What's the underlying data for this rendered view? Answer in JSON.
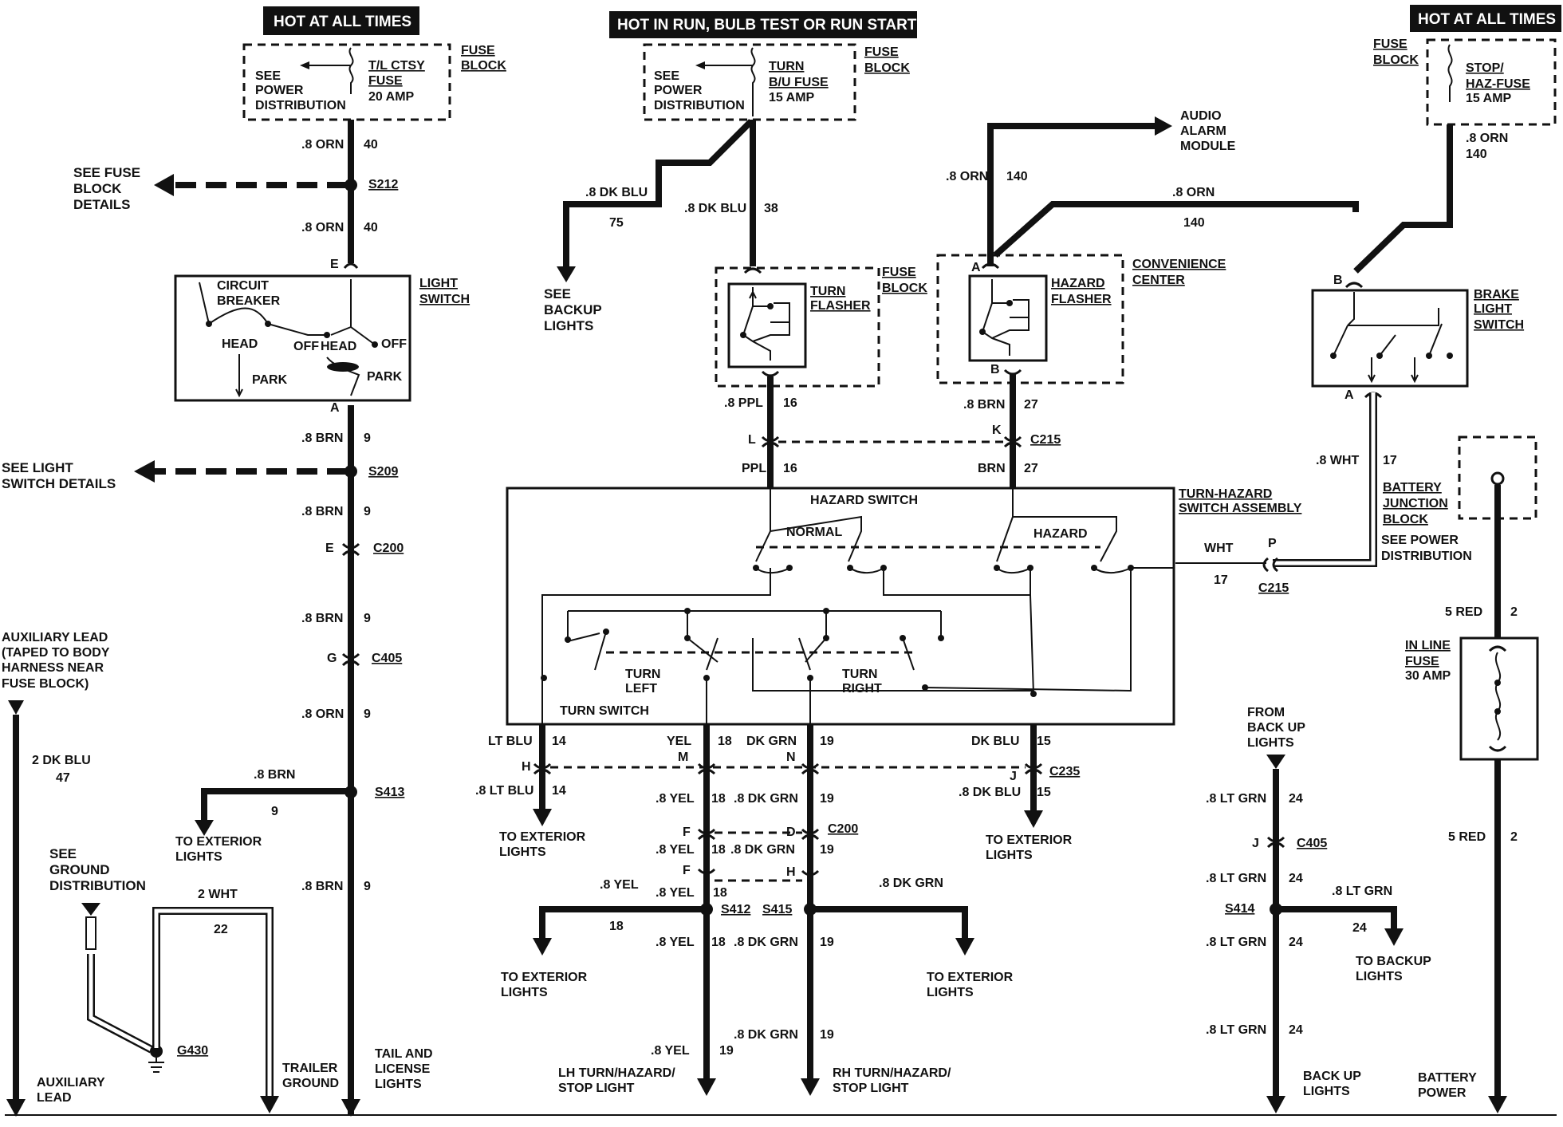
{
  "headers": {
    "left": "HOT AT ALL TIMES",
    "center": "HOT IN RUN, BULB TEST OR RUN START",
    "right": "HOT AT ALL TIMES"
  },
  "fuse_blocks": {
    "left": {
      "fuse": [
        "T/L CTSY",
        "FUSE",
        "20 AMP"
      ],
      "see": [
        "SEE",
        "POWER",
        "DISTRIBUTION"
      ],
      "label": [
        "FUSE",
        "BLOCK"
      ]
    },
    "center": {
      "fuse": [
        "TURN",
        "B/U FUSE",
        "15 AMP"
      ],
      "see": [
        "SEE",
        "POWER",
        "DISTRIBUTION"
      ],
      "label": [
        "FUSE",
        "BLOCK"
      ]
    },
    "right": {
      "fuse": [
        "STOP/",
        "HAZ-FUSE",
        "15 AMP"
      ],
      "label": [
        "FUSE",
        "BLOCK"
      ]
    }
  },
  "components": {
    "light_switch": {
      "label": [
        "LIGHT",
        "SWITCH"
      ],
      "circuit_breaker": [
        "CIRCUIT",
        "BREAKER"
      ],
      "head": "HEAD",
      "off": "OFF",
      "park": "PARK"
    },
    "turn_flasher": {
      "label": [
        "TURN",
        "FLASHER"
      ],
      "block": [
        "FUSE",
        "BLOCK"
      ]
    },
    "hazard_flasher": {
      "label": [
        "HAZARD",
        "FLASHER"
      ],
      "center": [
        "CONVENIENCE",
        "CENTER"
      ]
    },
    "brake_switch": {
      "label": [
        "BRAKE",
        "LIGHT",
        "SWITCH"
      ]
    },
    "hazard_switch": "HAZARD SWITCH",
    "normal": "NORMAL",
    "hazard": "HAZARD",
    "turn_left": [
      "TURN",
      "LEFT"
    ],
    "turn_right": [
      "TURN",
      "RIGHT"
    ],
    "turn_switch": "TURN SWITCH",
    "assembly": [
      "TURN-HAZARD",
      "SWITCH ASSEMBLY"
    ],
    "battery_block": [
      "BATTERY",
      "JUNCTION",
      "BLOCK"
    ],
    "battery_see": [
      "SEE POWER",
      "DISTRIBUTION"
    ],
    "inline_fuse": [
      "IN LINE",
      "FUSE",
      "30 AMP"
    ],
    "audio": [
      "AUDIO",
      "ALARM",
      "MODULE"
    ]
  },
  "splices": {
    "s212": "S212",
    "s209": "S209",
    "s413": "S413",
    "s412": "S412",
    "s415": "S415",
    "s414": "S414",
    "g430": "G430"
  },
  "connectors": {
    "c200": "C200",
    "c405": "C405",
    "c215": "C215",
    "c235": "C235"
  },
  "destinations": {
    "see_fuse_block": [
      "SEE FUSE",
      "BLOCK",
      "DETAILS"
    ],
    "see_light_switch": [
      "SEE LIGHT",
      "SWITCH DETAILS"
    ],
    "backup_lights_top": [
      "SEE",
      "BACKUP",
      "LIGHTS"
    ],
    "exterior": [
      "TO EXTERIOR",
      "LIGHTS"
    ],
    "aux_lead": [
      "AUXILIARY LEAD",
      "(TAPED TO BODY",
      "HARNESS NEAR",
      "FUSE BLOCK)"
    ],
    "aux_bottom": [
      "AUXILIARY",
      "LEAD"
    ],
    "ground_dist": [
      "SEE",
      "GROUND",
      "DISTRIBUTION"
    ],
    "trailer_ground": [
      "TRAILER",
      "GROUND"
    ],
    "tail_license": [
      "TAIL AND",
      "LICENSE",
      "LIGHTS"
    ],
    "lh_turn": [
      "LH TURN/HAZARD/",
      "STOP LIGHT"
    ],
    "rh_turn": [
      "RH TURN/HAZARD/",
      "STOP LIGHT"
    ],
    "from_backup": [
      "FROM",
      "BACK UP",
      "LIGHTS"
    ],
    "to_backup": [
      "TO BACKUP",
      "LIGHTS"
    ],
    "back_up_lights": [
      "BACK UP",
      "LIGHTS"
    ],
    "battery_power": [
      "BATTERY",
      "POWER"
    ]
  },
  "wire_labels": {
    "orn_8": ".8 ORN",
    "brn_8": ".8 BRN",
    "ppl_8": ".8 PPL",
    "ppl": "PPL",
    "brn": "BRN",
    "dkblu_8": ".8 DK BLU",
    "whe_8": ".8 WHT",
    "wht": "WHT",
    "ltblu": "LT BLU",
    "ltblu_8": ".8 LT BLU",
    "yel": "YEL",
    "yel_8": ".8 YEL",
    "dkgrn": "DK GRN",
    "dkgrn_8": ".8 DK GRN",
    "dkblu": "DK BLU",
    "ltgrn_8": ".8 LT GRN",
    "red_5": "5 RED",
    "dkblu_2": "2 DK BLU",
    "wht_2": "2 WHT"
  },
  "circuits": {
    "c40": "40",
    "c9": "9",
    "c75": "75",
    "c38": "38",
    "c140": "140",
    "c16": "16",
    "c27": "27",
    "c17": "17",
    "c14": "14",
    "c18": "18",
    "c19": "19",
    "c15": "15",
    "c24": "24",
    "c2": "2",
    "c47": "47",
    "c22": "22"
  },
  "pins": {
    "E": "E",
    "A": "A",
    "G": "G",
    "L": "L",
    "K": "K",
    "B": "B",
    "P": "P",
    "H": "H",
    "M": "M",
    "N": "N",
    "J": "J",
    "F": "F",
    "D": "D"
  }
}
